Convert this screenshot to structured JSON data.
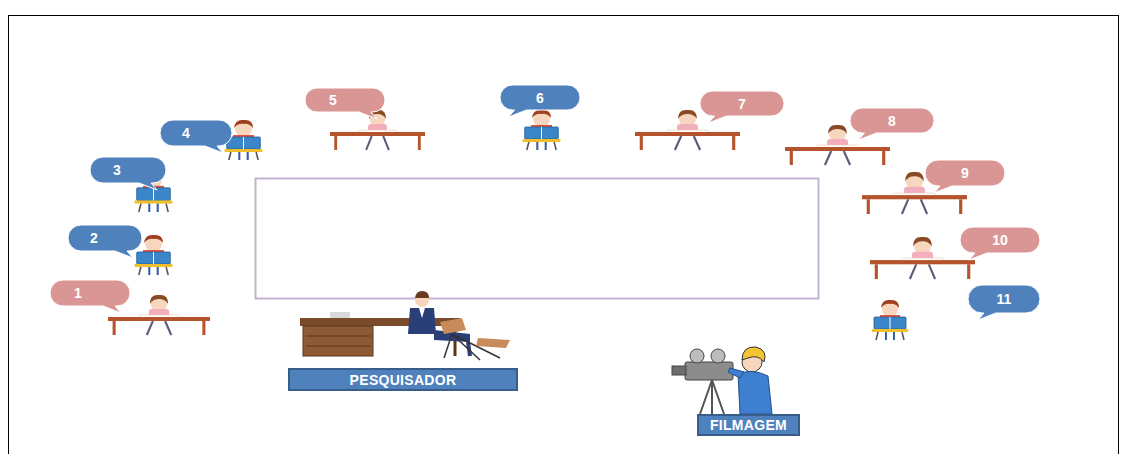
{
  "diagram": {
    "nodes": [
      {
        "text": [
          "1"
        ]
      },
      {
        "text": [
          "2"
        ]
      },
      {
        "text": [
          "3"
        ]
      },
      {
        "text": [
          "4"
        ]
      },
      {
        "text": [
          "5"
        ]
      },
      {
        "text": [
          "6"
        ]
      },
      {
        "text": [
          "7"
        ]
      },
      {
        "text": [
          "8"
        ]
      },
      {
        "text": [
          "9"
        ]
      },
      {
        "text": [
          "10"
        ]
      },
      {
        "text": [
          "11"
        ]
      },
      {
        "text": [
          "PESQUISADOR"
        ]
      },
      {
        "text": [
          "FILMAGEM"
        ]
      }
    ]
  }
}
